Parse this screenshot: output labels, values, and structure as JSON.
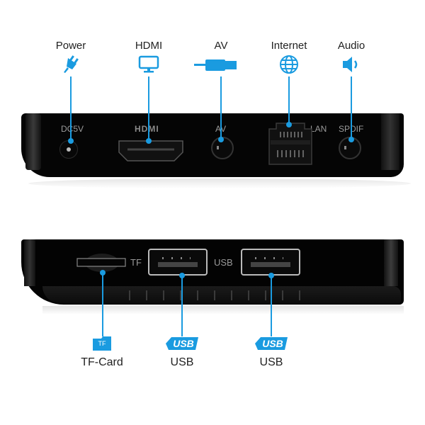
{
  "accent_color": "#1a9be0",
  "top_panel": {
    "callouts": [
      {
        "label": "Power",
        "icon": "power-plug-icon"
      },
      {
        "label": "HDMI",
        "icon": "monitor-icon"
      },
      {
        "label": "AV",
        "icon": "av-cable-icon"
      },
      {
        "label": "Internet",
        "icon": "globe-icon"
      },
      {
        "label": "Audio",
        "icon": "speaker-icon"
      }
    ],
    "device_labels": {
      "dc": "DC5V",
      "hdmi": "HDMI",
      "av": "AV",
      "lan": "LAN",
      "spdif": "SPDIF"
    }
  },
  "bottom_panel": {
    "device_labels": {
      "tf": "TF",
      "usb": "USB"
    },
    "callouts": [
      {
        "label": "TF-Card",
        "icon": "tf-card-icon",
        "icon_text": "TF"
      },
      {
        "label": "USB",
        "icon": "usb-icon",
        "icon_text": "USB"
      },
      {
        "label": "USB",
        "icon": "usb-icon",
        "icon_text": "USB"
      }
    ]
  }
}
